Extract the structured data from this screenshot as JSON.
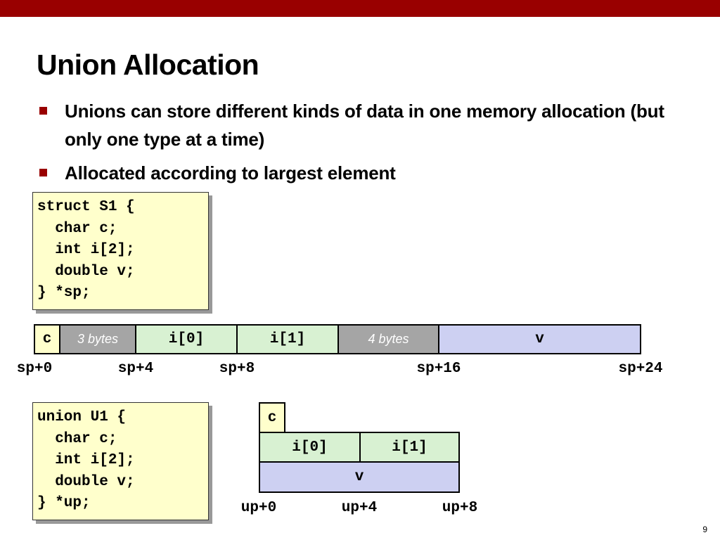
{
  "title": "Union Allocation",
  "bullets": [
    "Unions can store different kinds of data in one memory allocation (but only one type at a time)",
    "Allocated according to largest element"
  ],
  "struct_code": [
    "struct S1 {",
    "  char c;",
    "  int i[2];",
    "  double v;",
    "} *sp;"
  ],
  "union_code": [
    "union U1 {",
    "  char c;",
    "  int i[2];",
    "  double v;",
    "} *up;"
  ],
  "struct_layout": {
    "cells": [
      "c",
      "3 bytes",
      "i[0]",
      "i[1]",
      "4 bytes",
      "v"
    ],
    "offsets": [
      "sp+0",
      "sp+4",
      "sp+8",
      "sp+16",
      "sp+24"
    ]
  },
  "union_layout": {
    "c": "c",
    "i0": "i[0]",
    "i1": "i[1]",
    "v": "v",
    "offsets": [
      "up+0",
      "up+4",
      "up+8"
    ]
  },
  "colors": {
    "accent": "#990000",
    "code_bg": "#ffffcc",
    "int_cell": "#d8f1d2",
    "double_cell": "#cdd0f2",
    "padding_cell": "#a5a5a5"
  },
  "page_number": "9"
}
